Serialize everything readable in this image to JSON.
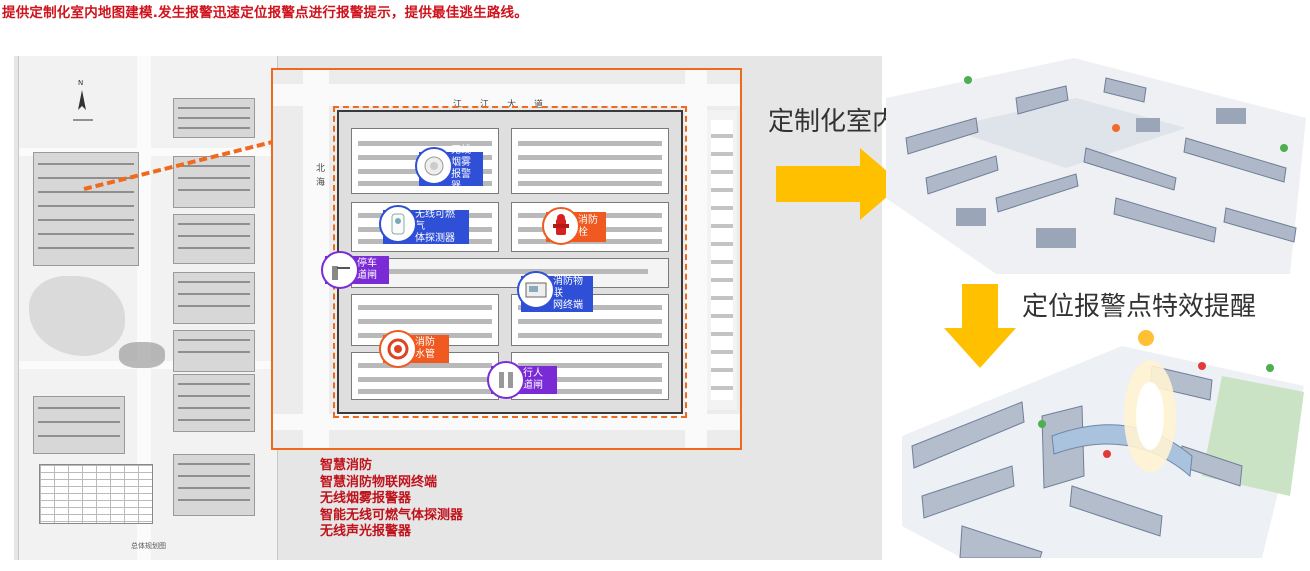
{
  "headline": "提供定制化室内地图建模.发生报警迅速定位报警点进行报警提示，提供最佳逃生路线。",
  "plan": {
    "caption": "总体规划图",
    "compass_letter": "N"
  },
  "zoom": {
    "road_labels": {
      "top": "江　　江　　大　　道",
      "left": "北　　　　　　海"
    },
    "devices": [
      {
        "name": "smoke-detector",
        "label_line1": "无线烟雾",
        "label_line2": "报警器",
        "icon": "smoke-detector-icon"
      },
      {
        "name": "gas-detector",
        "label_line1": "无线可燃气",
        "label_line2": "体探测器",
        "icon": "gas-detector-icon"
      },
      {
        "name": "fire-hydrant",
        "label_line1": "消防栓",
        "label_line2": "",
        "icon": "fire-hydrant-icon"
      },
      {
        "name": "parking-barrier",
        "label_line1": "停车道闸",
        "label_line2": "",
        "icon": "parking-barrier-icon"
      },
      {
        "name": "iot-terminal",
        "label_line1": "消防物联",
        "label_line2": "网终端",
        "icon": "iot-terminal-icon"
      },
      {
        "name": "fire-hose",
        "label_line1": "消防水管",
        "label_line2": "",
        "icon": "fire-hose-icon"
      },
      {
        "name": "pedestrian-gate",
        "label_line1": "行人道闸",
        "label_line2": "",
        "icon": "pedestrian-gate-icon"
      }
    ]
  },
  "features": [
    "智慧消防",
    "智慧消防物联网终端",
    "无线烟雾报警器",
    "智能无线可燃气体探测器",
    "无线声光报警器"
  ],
  "labels": {
    "indoor_map": "定制化室内地图",
    "alarm_effect": "定位报警点特效提醒"
  },
  "colors": {
    "headline": "#d0121b",
    "orange_accent": "#ef6a1c",
    "blue_tag": "#2f4fd6",
    "orange_tag": "#f0591f",
    "purple_tag": "#7a2bd6",
    "arrow": "#ffc000"
  }
}
